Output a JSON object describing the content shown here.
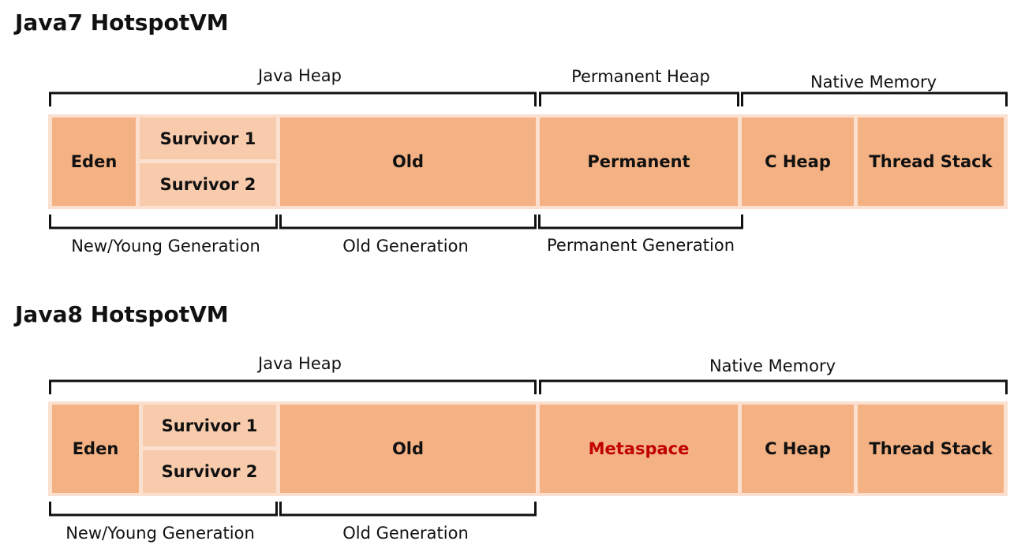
{
  "java7": {
    "title": "Java7 HotspotVM",
    "top_labels": {
      "java_heap": "Java Heap",
      "permanent_heap": "Permanent Heap",
      "native_memory": "Native Memory"
    },
    "boxes": {
      "eden": "Eden",
      "survivor1": "Survivor 1",
      "survivor2": "Survivor 2",
      "old": "Old",
      "permanent": "Permanent",
      "c_heap": "C Heap",
      "thread_stack": "Thread Stack"
    },
    "bottom_labels": {
      "young": "New/Young Generation",
      "old": "Old Generation",
      "permanent": "Permanent Generation"
    }
  },
  "java8": {
    "title": "Java8 HotspotVM",
    "top_labels": {
      "java_heap": "Java Heap",
      "native_memory": "Native Memory"
    },
    "boxes": {
      "eden": "Eden",
      "survivor1": "Survivor 1",
      "survivor2": "Survivor 2",
      "old": "Old",
      "metaspace": "Metaspace",
      "c_heap": "C Heap",
      "thread_stack": "Thread Stack"
    },
    "bottom_labels": {
      "young": "New/Young Generation",
      "old": "Old Generation"
    }
  },
  "colors": {
    "box": "#f4b183",
    "box_light": "#f8cbad",
    "border": "#fbe0cf",
    "highlight_text": "#c00000",
    "line": "#111111"
  }
}
